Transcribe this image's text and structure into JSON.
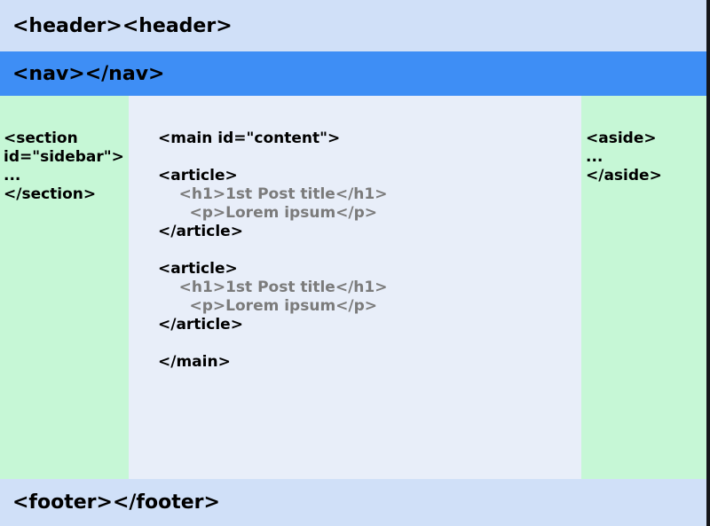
{
  "colors": {
    "header_bg": "#d0e0f8",
    "nav_bg": "#3e8ef5",
    "sidebar_bg": "#c6f7d6",
    "main_bg": "#e8eef9",
    "aside_bg": "#c6f7d6",
    "footer_bg": "#d0e0f8",
    "code_black": "#000000",
    "code_gray": "#7b7b7b",
    "edge": "#15161a"
  },
  "header": {
    "label": "<header><header>"
  },
  "nav": {
    "label": "<nav></nav>"
  },
  "sidebar": {
    "lines": [
      {
        "text": "<section",
        "tone": "black"
      },
      {
        "text": "id=\"sidebar\">",
        "tone": "black"
      },
      {
        "text": "...",
        "tone": "black"
      },
      {
        "text": "</section>",
        "tone": "black"
      }
    ]
  },
  "main": {
    "lines": [
      {
        "text": "<main id=\"content\">",
        "tone": "black"
      },
      {
        "text": "",
        "tone": "black"
      },
      {
        "text": "<article>",
        "tone": "black"
      },
      {
        "text": "    <h1>1st Post title</h1>",
        "tone": "gray"
      },
      {
        "text": "      <p>Lorem ipsum</p>",
        "tone": "gray"
      },
      {
        "text": "</article>",
        "tone": "black"
      },
      {
        "text": "",
        "tone": "black"
      },
      {
        "text": "<article>",
        "tone": "black"
      },
      {
        "text": "    <h1>1st Post title</h1>",
        "tone": "gray"
      },
      {
        "text": "      <p>Lorem ipsum</p>",
        "tone": "gray"
      },
      {
        "text": "</article>",
        "tone": "black"
      },
      {
        "text": "",
        "tone": "black"
      },
      {
        "text": "</main>",
        "tone": "black"
      }
    ]
  },
  "aside": {
    "lines": [
      {
        "text": "<aside>",
        "tone": "black"
      },
      {
        "text": "...",
        "tone": "black"
      },
      {
        "text": "</aside>",
        "tone": "black"
      }
    ]
  },
  "footer": {
    "label": "<footer></footer>"
  }
}
